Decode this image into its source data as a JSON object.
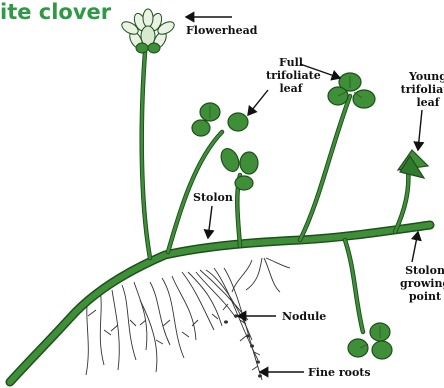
{
  "title": "ite clover",
  "labels": {
    "flowerhead": "Flowerhead",
    "full_leaf": [
      "Full",
      "trifoliate",
      "leaf"
    ],
    "young_leaf": [
      "Young",
      "trifoliate",
      "leaf"
    ],
    "stolon": "Stolon",
    "growing_point": [
      "Stolon",
      "growing",
      "point"
    ],
    "nodule": "Nodule",
    "fine_roots": "Fine roots"
  },
  "colors": {
    "title": "#2f9a45",
    "plant": "#3f8f38",
    "plant_dark": "#1f4f1c",
    "roots": "#333333"
  }
}
